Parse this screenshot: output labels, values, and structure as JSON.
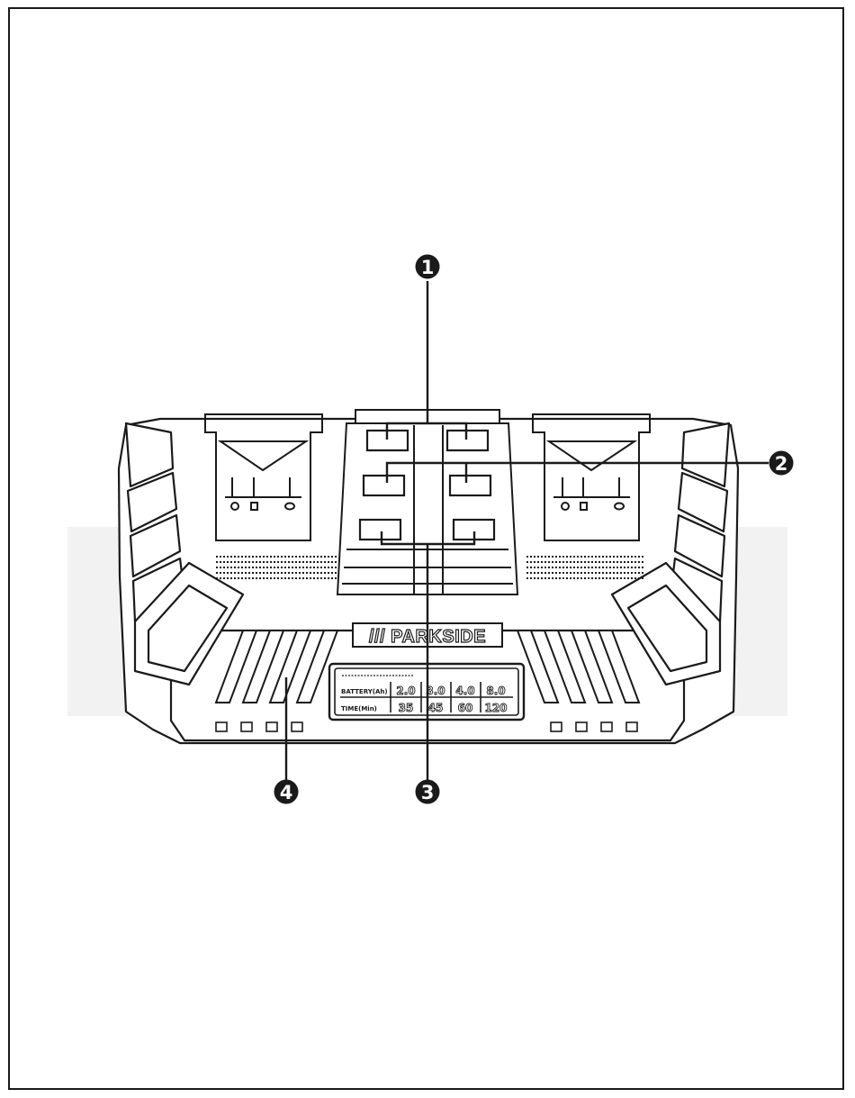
{
  "figure": {
    "callouts": [
      {
        "id": 1,
        "label": "1"
      },
      {
        "id": 2,
        "label": "2"
      },
      {
        "id": 3,
        "label": "3"
      },
      {
        "id": 4,
        "label": "4"
      }
    ],
    "brand_logo": "/// PARKSIDE",
    "charge_table": {
      "row1_label": "BATTERY(Ah)",
      "row2_label": "TIME(Min)",
      "capacities": [
        "2.0",
        "3.0",
        "4.0",
        "8.0"
      ],
      "times": [
        "35",
        "45",
        "60",
        "120"
      ]
    }
  },
  "colors": {
    "line": "#1a1a1a",
    "band": "#f1f1f1",
    "fill": "#ffffff"
  }
}
